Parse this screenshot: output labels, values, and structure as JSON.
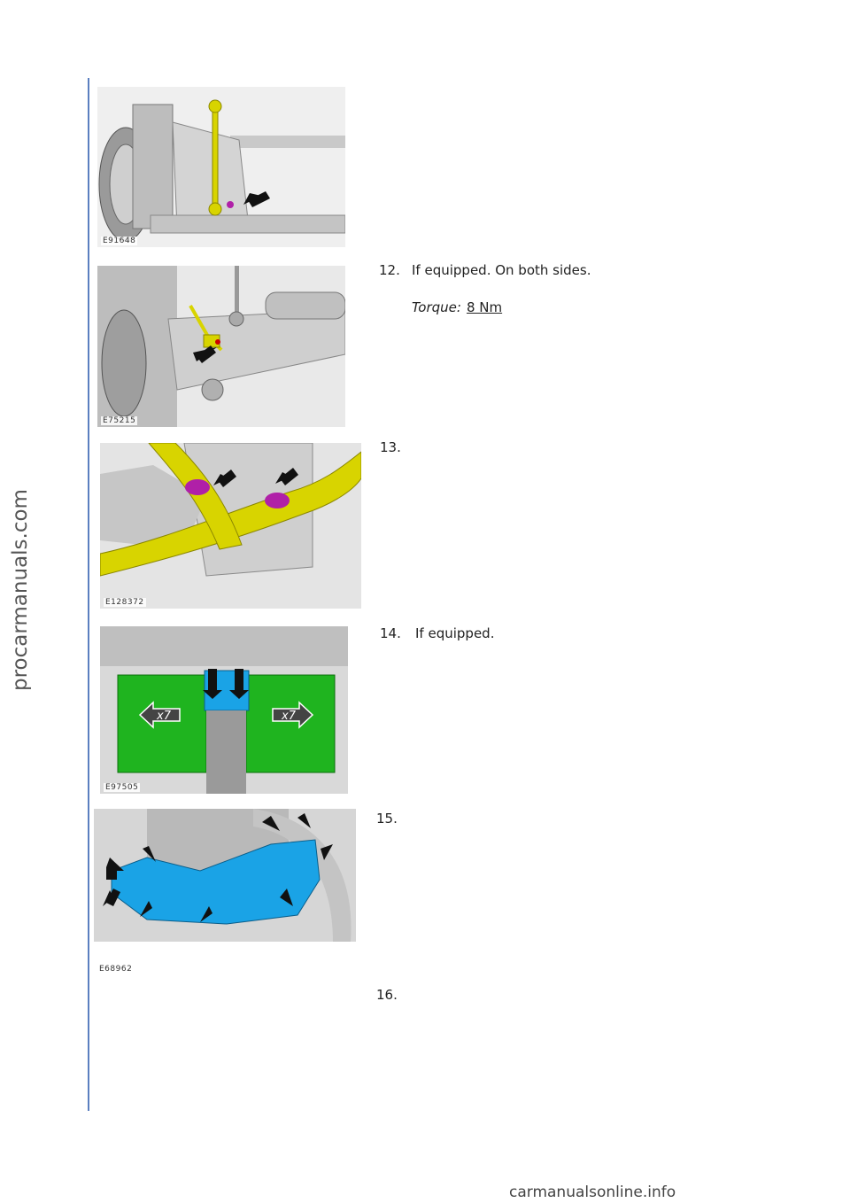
{
  "watermarks": {
    "left": "procarmanuals.com",
    "bottom": "carmanualsonline.info"
  },
  "figures": [
    {
      "code": "E91648"
    },
    {
      "code": "E75215"
    },
    {
      "code": "E128372"
    },
    {
      "code": "E97505",
      "badge_left": "x7",
      "badge_right": "x7"
    },
    {
      "code": "E68962"
    }
  ],
  "steps": [
    {
      "num": "12.",
      "text": "If equipped. On both sides.",
      "torque_label": "Torque:",
      "torque_value": "8 Nm"
    },
    {
      "num": "13.",
      "text": ""
    },
    {
      "num": "14.",
      "text": "If equipped."
    },
    {
      "num": "15.",
      "text": ""
    },
    {
      "num": "16.",
      "text": ""
    }
  ],
  "colors": {
    "rule": "#5b7fc0",
    "highlight_yellow": "#d8d400",
    "highlight_magenta": "#b020a8",
    "highlight_green": "#1fb41f",
    "highlight_blue": "#1aa3e6"
  }
}
